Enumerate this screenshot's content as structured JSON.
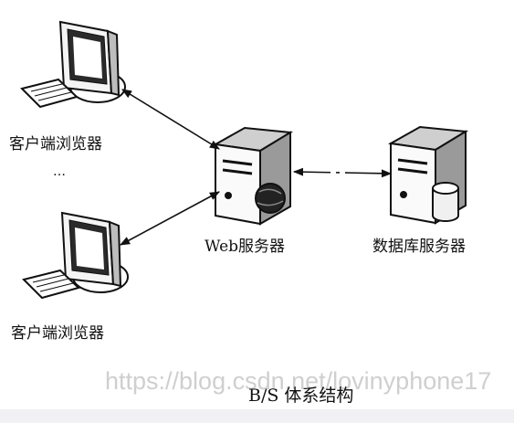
{
  "diagram": {
    "client_label_top": "客户端浏览器",
    "ellipsis": "…",
    "client_label_bottom": "客户端浏览器",
    "web_server_label": "Web服务器",
    "db_server_label": "数据库服务器",
    "caption": "B/S 体系结构",
    "watermark": "https://blog.csdn.net/lovinyphone17"
  },
  "colors": {
    "stroke": "#111111",
    "background": "#ffffff",
    "watermark": "#cfcfcf",
    "bottom_bar": "#f1f1f3"
  }
}
